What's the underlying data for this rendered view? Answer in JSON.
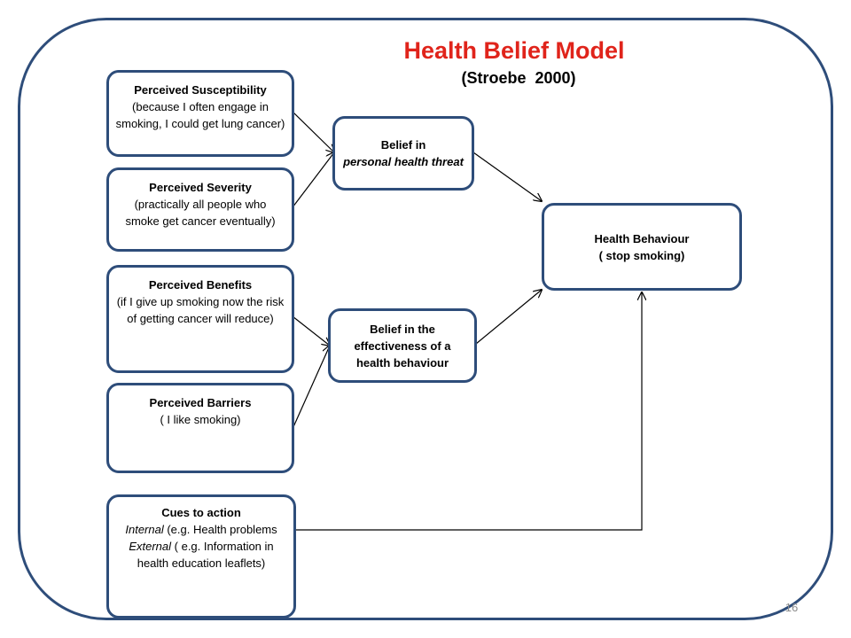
{
  "title": "Health Belief Model",
  "subtitle": "(Stroebe  2000)",
  "nodes": {
    "susceptibility": {
      "heading": "Perceived Susceptibility",
      "text": "(because I often engage in smoking, I could get lung cancer)"
    },
    "severity": {
      "heading": "Perceived Severity",
      "text": "(practically all people who smoke get cancer eventually)"
    },
    "benefits": {
      "heading": "Perceived Benefits",
      "text": "(if I give up smoking now the risk of getting cancer will reduce)"
    },
    "barriers": {
      "heading": "Perceived Barriers",
      "text": "( I like smoking)"
    },
    "cues": {
      "heading": "Cues to action",
      "internal_label": "Internal",
      "internal_text": " (e.g. Health problems",
      "external_label": "External",
      "external_text": " ( e.g. Information in health education leaflets)"
    },
    "threat": {
      "line1": "Belief in",
      "line2": "personal health threat"
    },
    "effectiveness": {
      "text": "Belief in the effectiveness of a health behaviour"
    },
    "behaviour": {
      "line1": "Health Behaviour",
      "line2": "( stop smoking)"
    }
  },
  "edges": [
    {
      "from": "susceptibility",
      "to": "threat"
    },
    {
      "from": "severity",
      "to": "threat"
    },
    {
      "from": "benefits",
      "to": "effectiveness"
    },
    {
      "from": "barriers",
      "to": "effectiveness"
    },
    {
      "from": "threat",
      "to": "behaviour"
    },
    {
      "from": "effectiveness",
      "to": "behaviour"
    },
    {
      "from": "cues",
      "to": "behaviour"
    }
  ],
  "page_number": "16",
  "colors": {
    "title": "#e0241b",
    "border": "#2e4d7a"
  }
}
